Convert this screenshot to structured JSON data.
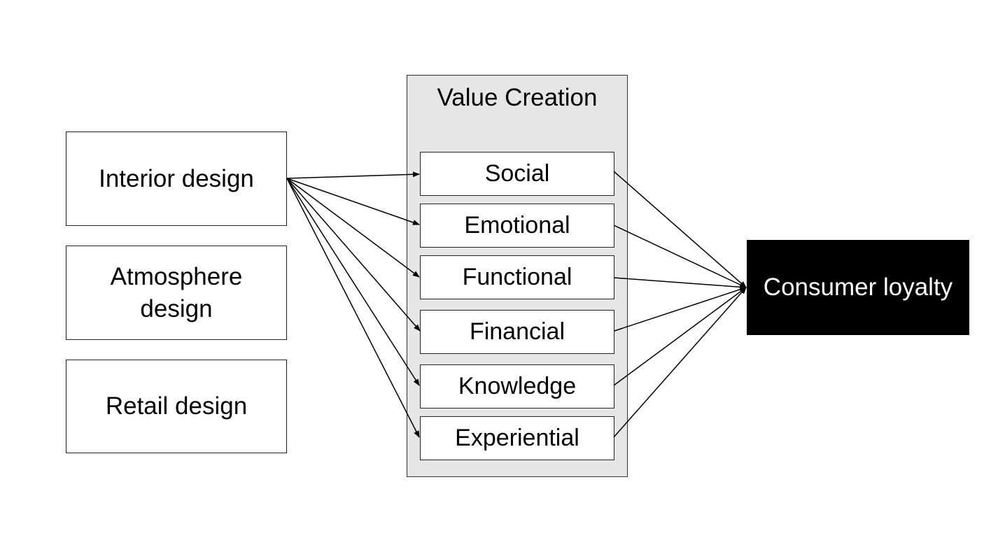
{
  "inputs": [
    {
      "label": "Interior design"
    },
    {
      "label": "Atmosphere design"
    },
    {
      "label": "Retail design"
    }
  ],
  "value_creation": {
    "title": "Value Creation",
    "items": [
      {
        "label": "Social"
      },
      {
        "label": "Emotional"
      },
      {
        "label": "Functional"
      },
      {
        "label": "Financial"
      },
      {
        "label": "Knowledge"
      },
      {
        "label": "Experiential"
      }
    ]
  },
  "outcome": {
    "label": "Consumer loyalty"
  },
  "edges": {
    "from_interior_design_to": [
      "Social",
      "Emotional",
      "Functional",
      "Financial",
      "Knowledge",
      "Experiential"
    ],
    "to_consumer_loyalty_from": [
      "Social",
      "Emotional",
      "Functional",
      "Financial",
      "Knowledge",
      "Experiential"
    ]
  },
  "colors": {
    "container_fill": "#e7e6e6",
    "outcome_fill": "#000000",
    "outcome_text": "#ffffff",
    "line": "#000000"
  }
}
